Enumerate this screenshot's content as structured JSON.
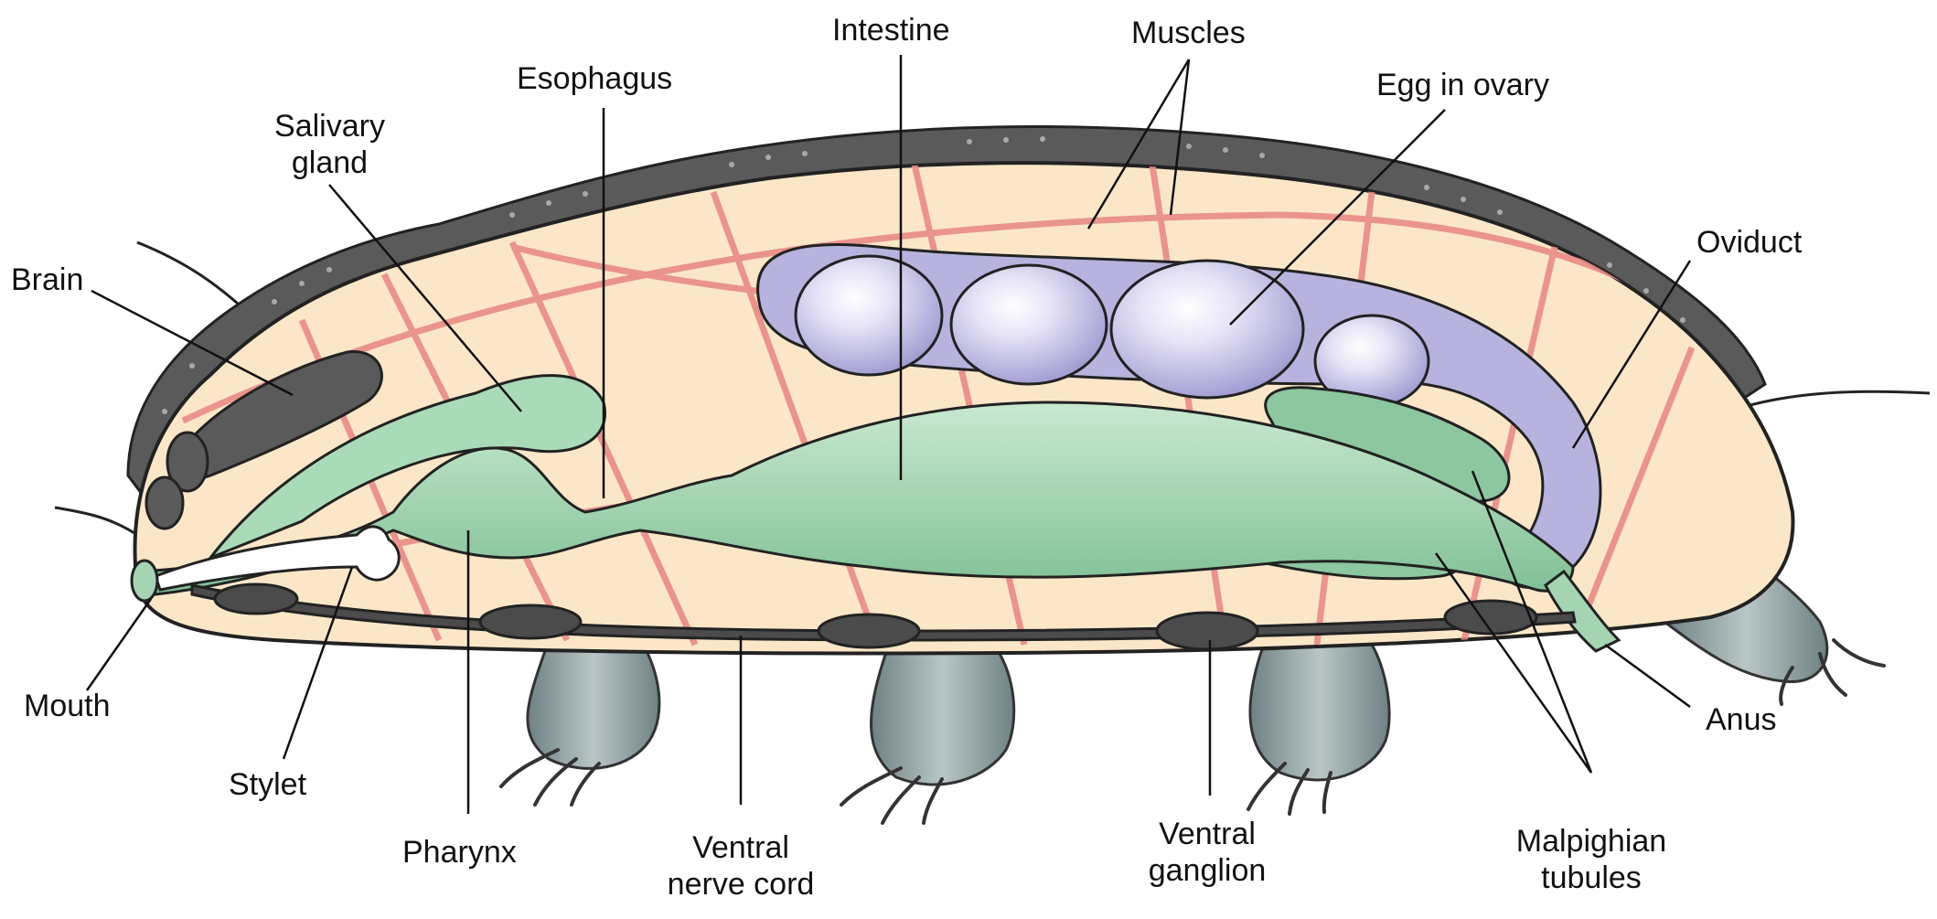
{
  "labels": {
    "brain": "Brain",
    "salivary_gland": [
      "Salivary",
      "gland"
    ],
    "esophagus": "Esophagus",
    "intestine": "Intestine",
    "muscles": "Muscles",
    "egg_in_ovary": "Egg in ovary",
    "oviduct": "Oviduct",
    "mouth": "Mouth",
    "stylet": "Stylet",
    "pharynx": "Pharynx",
    "ventral_nerve_cord": [
      "Ventral",
      "nerve cord"
    ],
    "ventral_ganglion": [
      "Ventral",
      "ganglion"
    ],
    "malpighian_tubules": [
      "Malpighian",
      "tubules"
    ],
    "anus": "Anus"
  },
  "colors": {
    "body_fill": "#fbe7c8",
    "outline": "#222222",
    "cuticle": "#5a5a5a",
    "cuticle_dots": "#9a9a9a",
    "muscle": "#e88b86",
    "digestive": "#9fd0ae",
    "digestive_dark": "#6fb58a",
    "ovary": "#b7b3de",
    "ovary_light": "#e6e4f7",
    "nerve": "#4b4b4b",
    "legs": "#8fa0a2"
  }
}
